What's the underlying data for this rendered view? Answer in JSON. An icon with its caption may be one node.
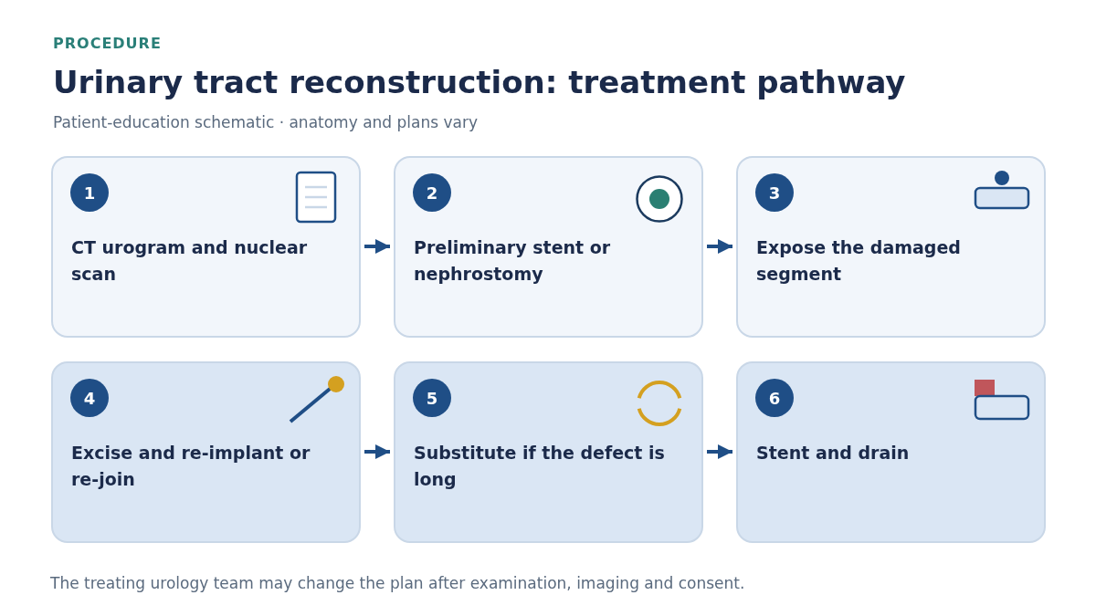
{
  "diagram": {
    "title": "Urinary tract reconstruction: treatment pathway",
    "labels": [
      "PROCEDURE",
      "Patient-education schematic · anatomy and plans vary"
    ],
    "nodes": [
      {
        "text": [
          "1",
          "CT urogram and nuclear scan"
        ]
      },
      {
        "text": [
          "2",
          "Preliminary stent or nephrostomy"
        ]
      },
      {
        "text": [
          "3",
          "Expose the damaged segment"
        ]
      },
      {
        "text": [
          "4",
          "Excise and re-implant or re-join"
        ]
      },
      {
        "text": [
          "5",
          "Substitute if the defect is long"
        ]
      },
      {
        "text": [
          "6",
          "Stent and drain"
        ]
      }
    ],
    "edges": [
      {
        "from": 0,
        "to": 1,
        "arrow": "to"
      },
      {
        "from": 1,
        "to": 2,
        "arrow": "to"
      },
      {
        "from": 3,
        "to": 4,
        "arrow": "to"
      },
      {
        "from": 4,
        "to": 5,
        "arrow": "to"
      }
    ],
    "caption": "The treating urology team may change the plan after examination, imaging and consent."
  }
}
